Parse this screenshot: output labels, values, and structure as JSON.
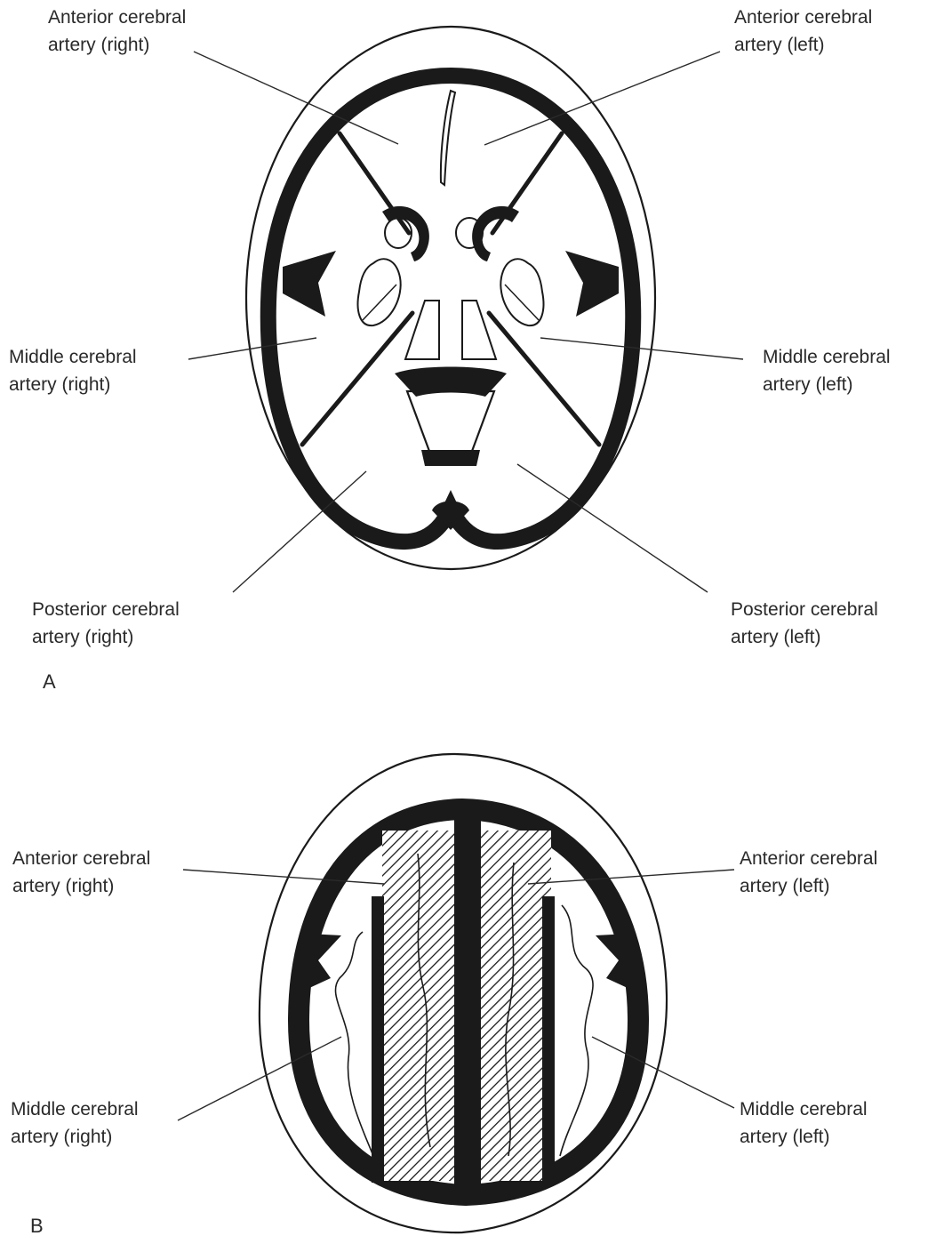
{
  "panel_a": {
    "letter": "A",
    "labels": {
      "aca_right": [
        "Anterior cerebral",
        "artery (right)"
      ],
      "aca_left": [
        "Anterior cerebral",
        "artery (left)"
      ],
      "mca_right": [
        "Middle cerebral",
        "artery (right)"
      ],
      "mca_left": [
        "Middle cerebral",
        "artery (left)"
      ],
      "pca_right": [
        "Posterior cerebral",
        "artery (right)"
      ],
      "pca_left": [
        "Posterior cerebral",
        "artery (left)"
      ]
    }
  },
  "panel_b": {
    "letter": "B",
    "labels": {
      "aca_right": [
        "Anterior cerebral",
        "artery (right)"
      ],
      "aca_left": [
        "Anterior cerebral",
        "artery (left)"
      ],
      "mca_right": [
        "Middle cerebral",
        "artery (right)"
      ],
      "mca_left": [
        "Middle cerebral",
        "artery (left)"
      ]
    }
  }
}
